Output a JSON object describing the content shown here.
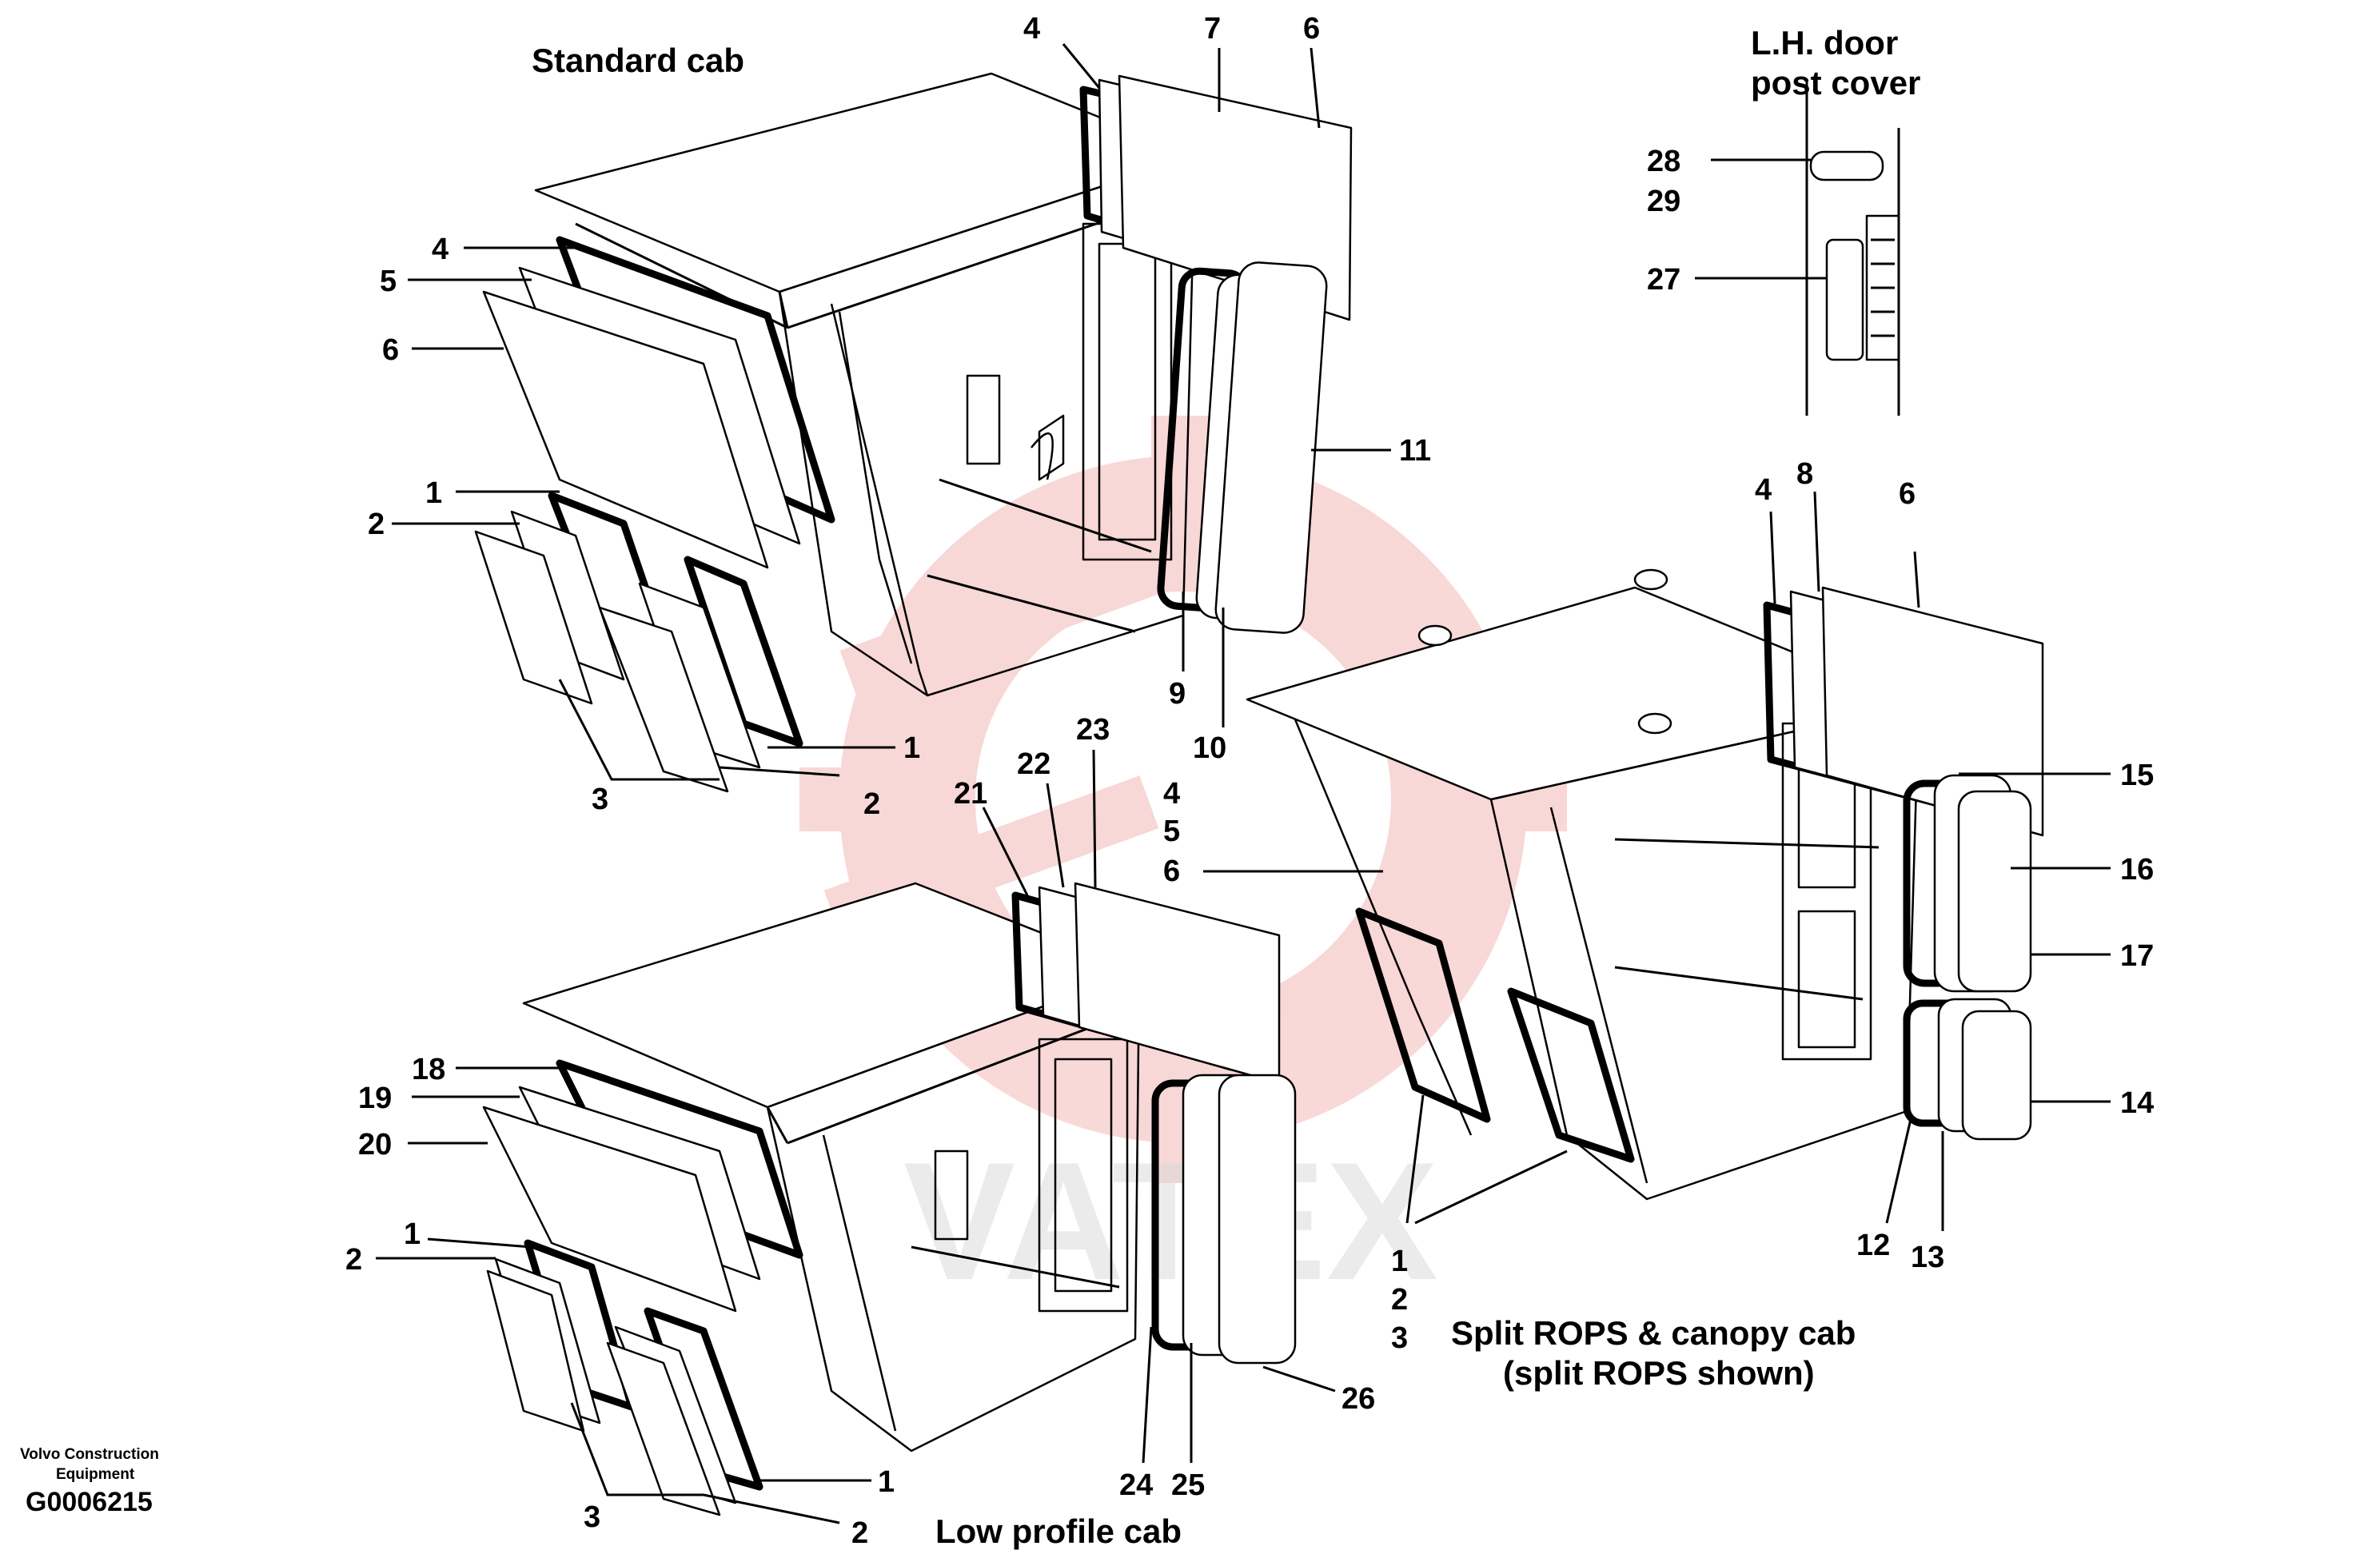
{
  "titles": {
    "standard_cab": "Standard cab",
    "low_profile_cab": "Low profile cab",
    "split_rops_line1": "Split ROPS & canopy cab",
    "split_rops_line2": "(split ROPS shown)",
    "door_post_line1": "L.H. door",
    "door_post_line2": "post cover"
  },
  "footer": {
    "company_line1": "Volvo Construction",
    "company_line2": "Equipment",
    "drawing_code": "G0006215"
  },
  "watermark": {
    "text": "VATEX",
    "color": "#f4b8b8"
  },
  "callouts": {
    "std_4_top": "4",
    "std_7_top": "7",
    "std_6_top": "6",
    "std_4_left": "4",
    "std_5_left": "5",
    "std_6_left": "6",
    "std_1_left": "1",
    "std_2_left": "2",
    "std_11": "11",
    "std_9": "9",
    "std_10": "10",
    "std_1_bottom": "1",
    "std_2_bottom": "2",
    "std_3_bottom": "3",
    "door_28": "28",
    "door_29": "29",
    "door_27": "27",
    "split_4_top": "4",
    "split_8_top": "8",
    "split_6_top": "6",
    "split_4_mid": "4",
    "split_5_mid": "5",
    "split_6_mid": "6",
    "split_15": "15",
    "split_16": "16",
    "split_17": "17",
    "split_14": "14",
    "split_12": "12",
    "split_13": "13",
    "split_1_bottom": "1",
    "split_2_bottom": "2",
    "split_3_bottom": "3",
    "low_21": "21",
    "low_22": "22",
    "low_23": "23",
    "low_18": "18",
    "low_19": "19",
    "low_20": "20",
    "low_1_left": "1",
    "low_2_left": "2",
    "low_24": "24",
    "low_25": "25",
    "low_26": "26",
    "low_1_bottom": "1",
    "low_2_bottom": "2",
    "low_3_bottom": "3"
  }
}
